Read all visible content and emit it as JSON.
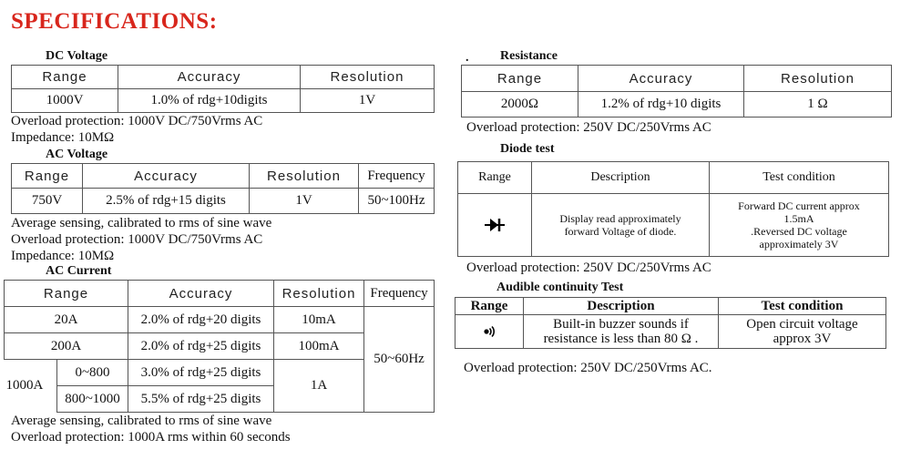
{
  "title": "SPECIFICATIONS:",
  "dc_voltage": {
    "heading": "DC Voltage",
    "headers": [
      "Range",
      "Accuracy",
      "Resolution"
    ],
    "row": [
      "1000V",
      "1.0% of rdg+10digits",
      "1V"
    ],
    "notes": [
      "Overload protection:   1000V DC/750Vrms AC",
      "Impedance: 10MΩ"
    ]
  },
  "ac_voltage": {
    "heading": "AC Voltage",
    "headers": [
      "Range",
      "Accuracy",
      "Resolution",
      "Frequency"
    ],
    "row": [
      "750V",
      "2.5% of rdg+15 digits",
      "1V",
      "50~100Hz"
    ],
    "notes": [
      "Average sensing, calibrated to rms of sine wave",
      "Overload protection: 1000V DC/750Vrms AC",
      "Impedance: 10MΩ"
    ]
  },
  "ac_current": {
    "heading": "AC Current",
    "headers": [
      "Range",
      "Accuracy",
      "Resolution",
      "Frequency"
    ],
    "rows": [
      {
        "range": "20A",
        "accuracy": "2.0% of rdg+20 digits",
        "resolution": "10mA"
      },
      {
        "range": "200A",
        "accuracy": "2.0% of rdg+25 digits",
        "resolution": "100mA"
      }
    ],
    "range_1000": "1000A",
    "sub_rows": [
      {
        "sub": "0~800",
        "accuracy": "3.0% of rdg+25 digits"
      },
      {
        "sub": "800~1000",
        "accuracy": "5.5% of rdg+25 digits"
      }
    ],
    "resolution_1000": "1A",
    "frequency": "50~60Hz",
    "notes": [
      "Average sensing, calibrated to rms of sine wave",
      "Overload protection: 1000A rms within 60 seconds"
    ]
  },
  "resistance": {
    "dot": ".",
    "heading": "Resistance",
    "headers": [
      "Range",
      "Accuracy",
      "Resolution"
    ],
    "row": [
      "2000Ω",
      "1.2% of rdg+10 digits",
      "1 Ω"
    ],
    "notes": [
      "Overload protection: 250V DC/250Vrms AC"
    ]
  },
  "diode": {
    "heading": "Diode test",
    "headers": [
      "Range",
      "Description",
      "Test condition"
    ],
    "icon": "diode-icon",
    "description": [
      "Display read approximately",
      "forward Voltage of diode."
    ],
    "condition": [
      "Forward DC current approx",
      "1.5mA",
      ".Reversed DC voltage",
      "approximately 3V"
    ],
    "notes": [
      "Overload protection: 250V DC/250Vrms AC"
    ]
  },
  "continuity": {
    "heading": "Audible continuity Test",
    "headers": [
      "Range",
      "Description",
      "Test condition"
    ],
    "icon": "buzzer-icon",
    "description": [
      "Built-in buzzer sounds if",
      "resistance is less than 80 Ω ."
    ],
    "condition": [
      "Open circuit voltage",
      "approx 3V"
    ],
    "notes": [
      "Overload protection: 250V DC/250Vrms AC."
    ]
  },
  "colors": {
    "title": "#d8261c",
    "text": "#111111",
    "border": "#555555"
  }
}
